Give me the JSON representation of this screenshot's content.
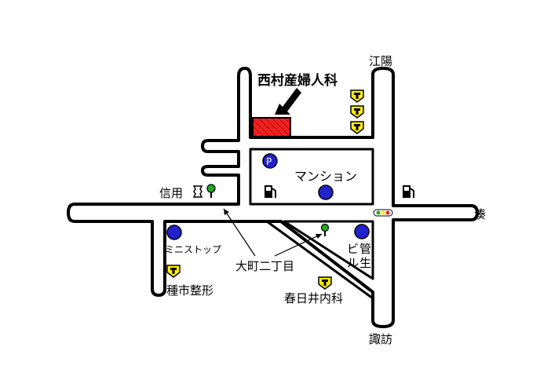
{
  "map": {
    "title": "西村産婦人科",
    "places": {
      "north": "江陽",
      "east": "湊",
      "south": "諏訪",
      "mansion": "マンション",
      "shinyo": "信用",
      "ministop": "ミニストップ",
      "omachi": "大町二丁目",
      "biru_1": "ビ",
      "biru_2": "ル",
      "kan_1": "管",
      "kan_2": "生",
      "tanaichi": "種市整形",
      "kasugai": "春日井内科"
    },
    "icons": {
      "parking": "P"
    },
    "colors": {
      "hospital": "#ee2222",
      "marker_blue": "#2222cc",
      "marker_yellow": "#ffee00",
      "tree_green": "#22aa22"
    }
  }
}
